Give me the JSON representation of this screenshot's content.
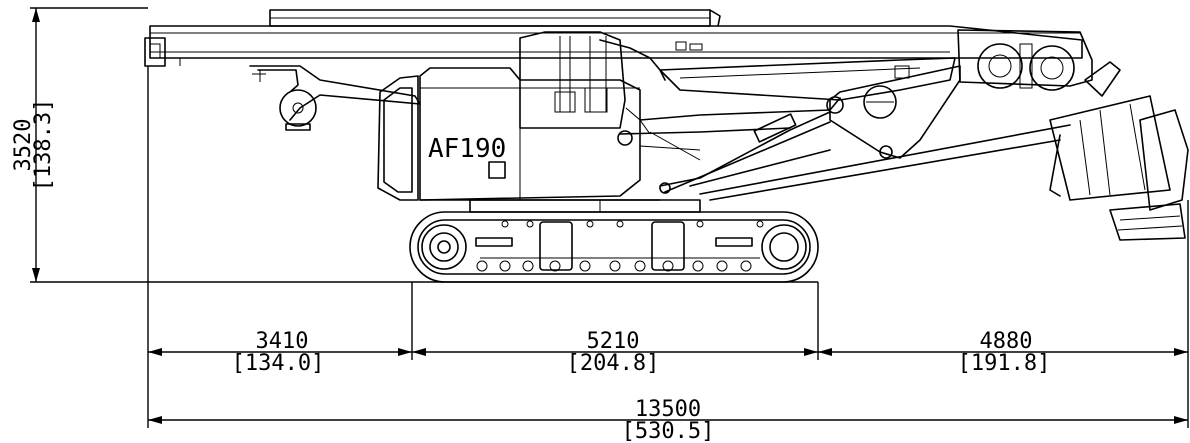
{
  "model_label": "AF190",
  "dimensions": {
    "height": {
      "mm": "3520",
      "in": "[138.3]"
    },
    "rear": {
      "mm": "3410",
      "in": "[134.0]"
    },
    "track": {
      "mm": "5210",
      "in": "[204.8]"
    },
    "front": {
      "mm": "4880",
      "in": "[191.8]"
    },
    "overall": {
      "mm": "13500",
      "in": "[530.5]"
    }
  }
}
